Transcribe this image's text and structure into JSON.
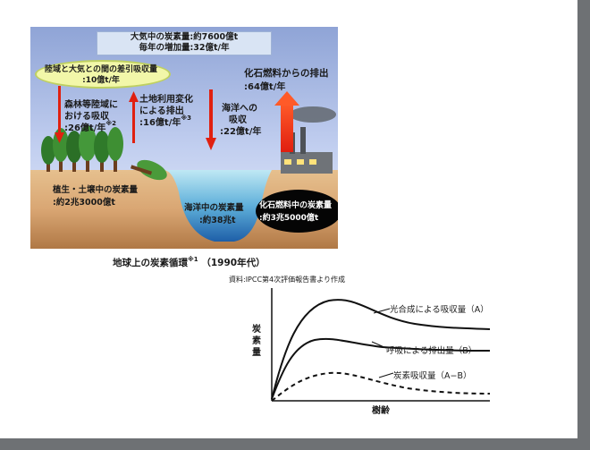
{
  "cycle": {
    "header_line1": "大気中の炭素量:約7600億t",
    "header_line2": "毎年の増加量:32億t/年",
    "land_air_line1": "陸域と大気との間の差引吸収量",
    "land_air_line2": ":10億t/年",
    "forest_line1": "森林等陸域に",
    "forest_line2": "おける吸収",
    "forest_line3": ":26億t/年",
    "forest_note": "※2",
    "landuse_line1": "土地利用変化",
    "landuse_line2": "による排出",
    "landuse_line3": ":16億t/年",
    "landuse_note": "※3",
    "ocean_abs_line1": "海洋への",
    "ocean_abs_line2": "吸収",
    "ocean_abs_line3": ":22億t/年",
    "fossil_emit_line1": "化石燃料からの排出",
    "fossil_emit_line2": ":64億t/年",
    "soil_line1": "植生・土壌中の炭素量",
    "soil_line2": ":約2兆3000億t",
    "ocean_store_line1": "海洋中の炭素量",
    "ocean_store_line2": ":約38兆t",
    "fossil_store_line1": "化石燃料中の炭素量",
    "fossil_store_line2": ":約3兆5000億t",
    "caption": "地球上の炭素循環",
    "caption_note": "※1",
    "caption_year": "（1990年代）"
  },
  "source": "資料:IPCC第4次評価報告書より作成",
  "graph": {
    "ylabel": [
      "炭",
      "素",
      "量"
    ],
    "xlabel": "樹齢",
    "curve_a_label": "光合成による吸収量（A）",
    "curve_b_label": "呼吸による排出量（B）",
    "curve_ab_label": "炭素吸収量（A−B）"
  }
}
